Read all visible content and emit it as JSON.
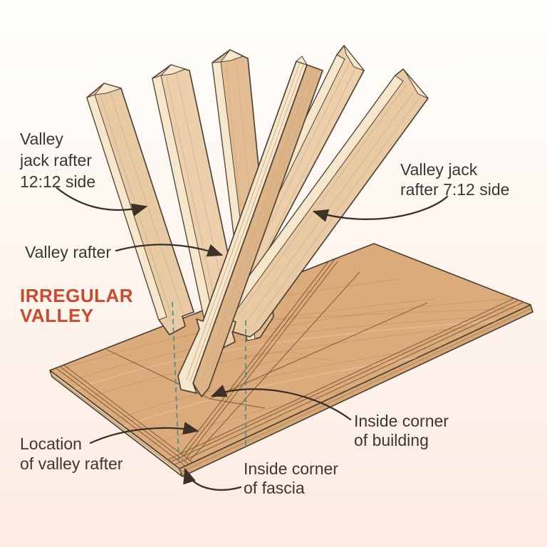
{
  "colors": {
    "background-top": "#fffefb",
    "background-mid": "#fdf4ed",
    "background-bottom": "#fcebe2",
    "heading-accent": "#ca4a2e",
    "label-text": "#3b3733",
    "arrow": "#3b3128",
    "dash-teal": "#3e8d8d",
    "outline": "#4f4337",
    "deck-top": "#dcab7c",
    "deck-grain": "#b9895a",
    "deck-grain-light": "#ecd2ae",
    "deck-edge-light": "#eed6af",
    "deck-edge-dark": "#d5a876",
    "deck-line": "#7d5b36",
    "board-face": "#e8cba5",
    "board-face-alt": "#e2bd93",
    "board-face-mid": "#ecd0ab",
    "board-edge-light": "#f6e7cc",
    "valley-side": "#dcb488"
  },
  "labels": {
    "jack1212": [
      "Valley",
      "jack rafter",
      "12:12 side"
    ],
    "valley_rafter": "Valley rafter",
    "jack712": [
      "Valley jack",
      "rafter 7:12 side"
    ],
    "heading": [
      "IRREGULAR",
      "VALLEY"
    ],
    "location": [
      "Location",
      "of valley rafter"
    ],
    "corner_building": [
      "Inside corner",
      "of building"
    ],
    "corner_fascia": [
      "Inside corner",
      "of fascia"
    ]
  }
}
